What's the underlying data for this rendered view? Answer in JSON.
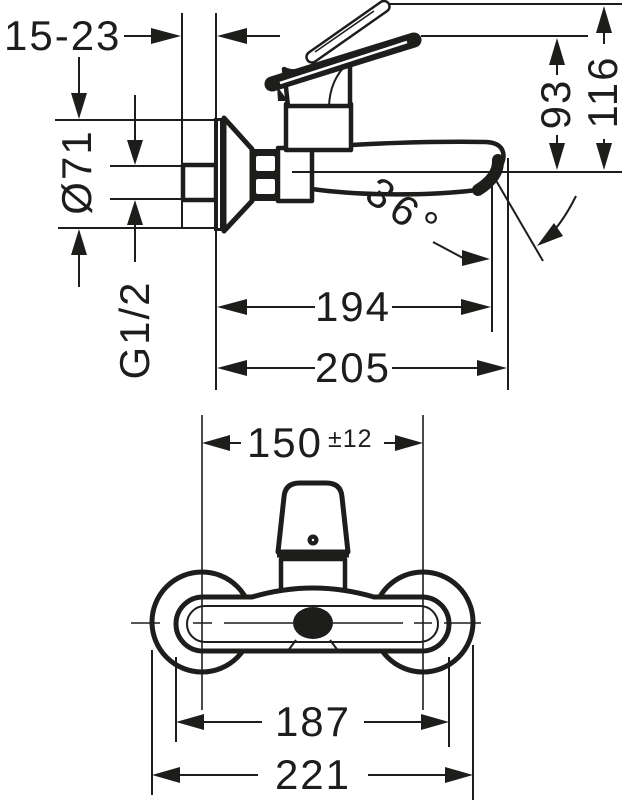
{
  "colors": {
    "ink": "#1d1d1b",
    "background": "#ffffff"
  },
  "side_view": {
    "wall_depth_range": "15-23",
    "escutcheon_diameter": "Ø71",
    "thread_size": "G1/2",
    "handle_height": "93",
    "max_height": "116",
    "spout_angle": "36°",
    "spout_reach": "194",
    "total_depth": "205"
  },
  "front_view": {
    "connection_centers": "150",
    "connection_tolerance": "±12",
    "body_width": "187",
    "overall_width": "221"
  }
}
